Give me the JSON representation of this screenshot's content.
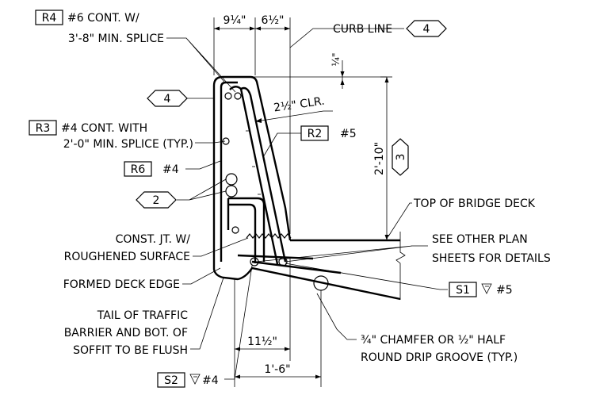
{
  "labels": {
    "r4_tag": "R4",
    "r4_line1": "#6 CONT. W/",
    "r4_line2": "3'-8\" MIN. SPLICE",
    "r3_tag": "R3",
    "r3_line1": "#4 CONT. WITH",
    "r3_line2": "2'-0\" MIN. SPLICE (TYP.)",
    "r6_tag": "R6",
    "r6_text": "#4",
    "r2_tag": "R2",
    "r2_text": "#5",
    "s1_tag": "S1",
    "s1_text": "#5",
    "s2_tag": "S2",
    "s2_text": "#4",
    "hex_4_left": "4",
    "hex_4_curb": "4",
    "hex_2": "2",
    "hex_3": "3",
    "dim_9_1_4": "9¼\"",
    "dim_6_1_2": "6½\"",
    "dim_1_4": "¼\"",
    "dim_2_10": "2'-10\"",
    "dim_11_1_2": "11½\"",
    "dim_1_6": "1'-6\"",
    "clr": "2½\" CLR.",
    "curb_line": "CURB LINE",
    "top_of_deck": "TOP OF BRIDGE DECK",
    "see_other_1": "SEE OTHER PLAN",
    "see_other_2": "SHEETS FOR DETAILS",
    "const_jt_1": "CONST. JT. W/",
    "const_jt_2": "ROUGHENED SURFACE",
    "formed_edge": "FORMED DECK EDGE",
    "tail_1": "TAIL OF TRAFFIC",
    "tail_2": "BARRIER AND BOT. OF",
    "tail_3": "SOFFIT TO BE FLUSH",
    "chamfer_1": "¾\" CHAMFER OR ½\" HALF",
    "chamfer_2": "ROUND DRIP GROOVE (TYP.)"
  }
}
